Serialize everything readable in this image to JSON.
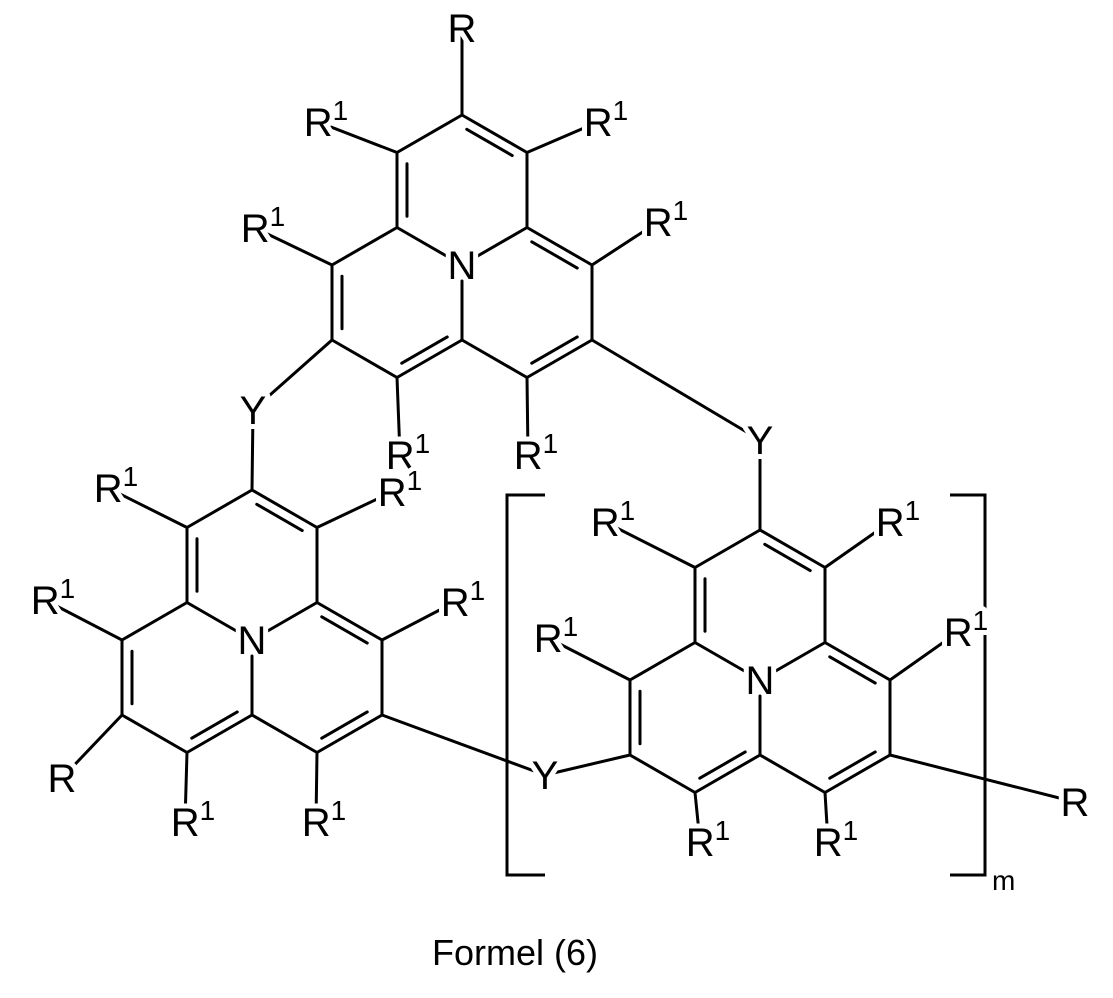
{
  "labels": {
    "R": "R",
    "R1_base": "R",
    "R1_sup": "1",
    "N": "N",
    "Y": "Y",
    "m": "m"
  },
  "caption": "Formel (6)",
  "colors": {
    "ink": "#000000",
    "background": "#ffffff"
  }
}
